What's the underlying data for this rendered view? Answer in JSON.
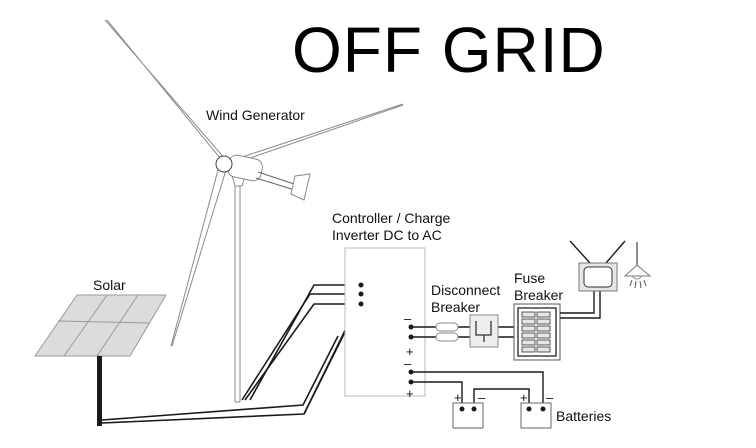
{
  "title": "OFF GRID",
  "labels": {
    "wind_generator": "Wind Generator",
    "solar": "Solar",
    "controller_line1": "Controller / Charge",
    "controller_line2": "Inverter DC to AC",
    "disconnect_line1": "Disconnect",
    "disconnect_line2": "Breaker",
    "fuse_line1": "Fuse",
    "fuse_line2": "Breaker",
    "batteries": "Batteries"
  },
  "terminals": {
    "minus": "–",
    "plus": "+"
  },
  "colors": {
    "wire": "#1a1a1a",
    "outline": "#8a8a8a",
    "panel_fill": "#dcdcdc",
    "box_fill": "#e6e6e6"
  }
}
